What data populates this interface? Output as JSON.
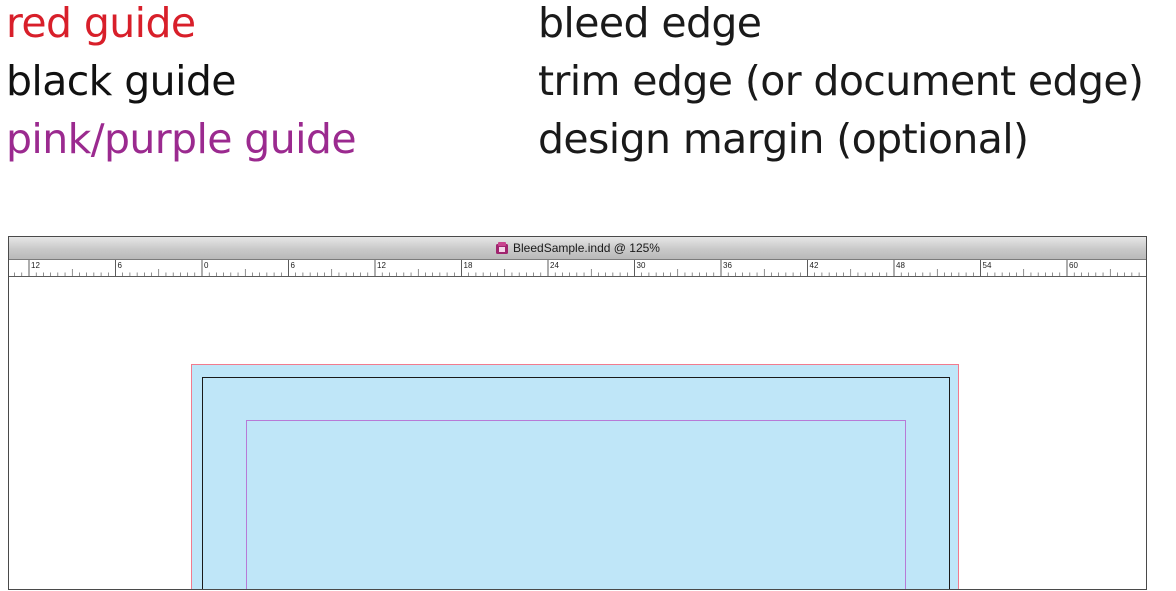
{
  "legend": [
    {
      "guide": "red guide",
      "meaning": "bleed edge",
      "color": "#d81f2a"
    },
    {
      "guide": "black guide",
      "meaning": "trim edge (or document edge)",
      "color": "#111111"
    },
    {
      "guide": "pink/purple guide",
      "meaning": "design margin (optional)",
      "color": "#9b2a8f"
    }
  ],
  "window": {
    "title": "BleedSample.indd @ 125%",
    "icon": "indesign-document-icon"
  },
  "ruler": {
    "labels": [
      "12",
      "6",
      "0",
      "6",
      "12",
      "18",
      "24",
      "30",
      "36",
      "42",
      "48",
      "54",
      "60"
    ]
  },
  "colors": {
    "bleed_fill": "#bfe6f8",
    "bleed_guide": "#f27b8d",
    "trim_guide": "#1a1a1a",
    "margin_guide": "#b77ad6"
  }
}
